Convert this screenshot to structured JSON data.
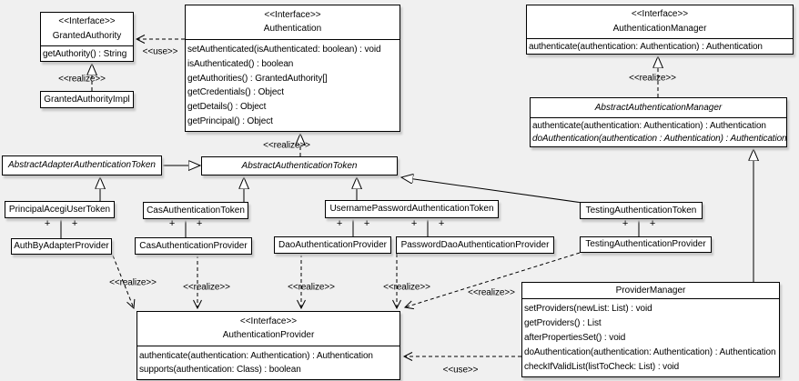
{
  "diagram": {
    "type": "uml-class-diagram",
    "subject": "Acegi/Spring Security authentication classes"
  },
  "colors": {
    "background": "#f0f0f0",
    "box_fill": "#ffffff",
    "line": "#000000"
  },
  "labels": {
    "realize": "<<realize>>",
    "use": "<<use>>",
    "plus": "+"
  },
  "classes": {
    "granted_authority": {
      "stereotype": "<<Interface>>",
      "name": "GrantedAuthority",
      "methods": [
        "getAuthority() : String"
      ]
    },
    "granted_authority_impl": {
      "name": "GrantedAuthorityImpl"
    },
    "authentication": {
      "stereotype": "<<Interface>>",
      "name": "Authentication",
      "methods": [
        "setAuthenticated(isAuthenticated: boolean) : void",
        "isAuthenticated() : boolean",
        "getAuthorities() : GrantedAuthority[]",
        "getCredentials() : Object",
        "getDetails() : Object",
        "getPrincipal() : Object"
      ]
    },
    "authentication_manager": {
      "stereotype": "<<Interface>>",
      "name": "AuthenticationManager",
      "methods": [
        "authenticate(authentication: Authentication) : Authentication"
      ]
    },
    "abstract_authentication_manager": {
      "name": "AbstractAuthenticationManager",
      "methods": [
        "authenticate(authentication: Authentication) : Authentication",
        "doAuthentication(authentication : Authentication) : Authentication"
      ]
    },
    "abstract_adapter_authentication_token": {
      "name": "AbstractAdapterAuthenticationToken"
    },
    "abstract_authentication_token": {
      "name": "AbstractAuthenticationToken"
    },
    "principal_acegi_user_token": {
      "name": "PrincipalAcegiUserToken"
    },
    "cas_authentication_token": {
      "name": "CasAuthenticationToken"
    },
    "username_password_authentication_token": {
      "name": "UsernamePasswordAuthenticationToken"
    },
    "testing_authentication_token": {
      "name": "TestingAuthenticationToken"
    },
    "auth_by_adapter_provider": {
      "name": "AuthByAdapterProvider"
    },
    "cas_authentication_provider": {
      "name": "CasAuthenticationProvider"
    },
    "dao_authentication_provider": {
      "name": "DaoAuthenticationProvider"
    },
    "password_dao_authentication_provider": {
      "name": "PasswordDaoAuthenticationProvider"
    },
    "testing_authentication_provider": {
      "name": "TestingAuthenticationProvider"
    },
    "authentication_provider": {
      "stereotype": "<<Interface>>",
      "name": "AuthenticationProvider",
      "methods": [
        "authenticate(authentication: Authentication) : Authentication",
        "supports(authentication: Class) : boolean"
      ]
    },
    "provider_manager": {
      "name": "ProviderManager",
      "methods": [
        "setProviders(newList: List) : void",
        "getProviders() : List",
        "afterPropertiesSet() : void",
        "doAuthentication(authentication: Authentication) : Authentication",
        "checkIfValidList(listToCheck: List) : void"
      ]
    }
  }
}
